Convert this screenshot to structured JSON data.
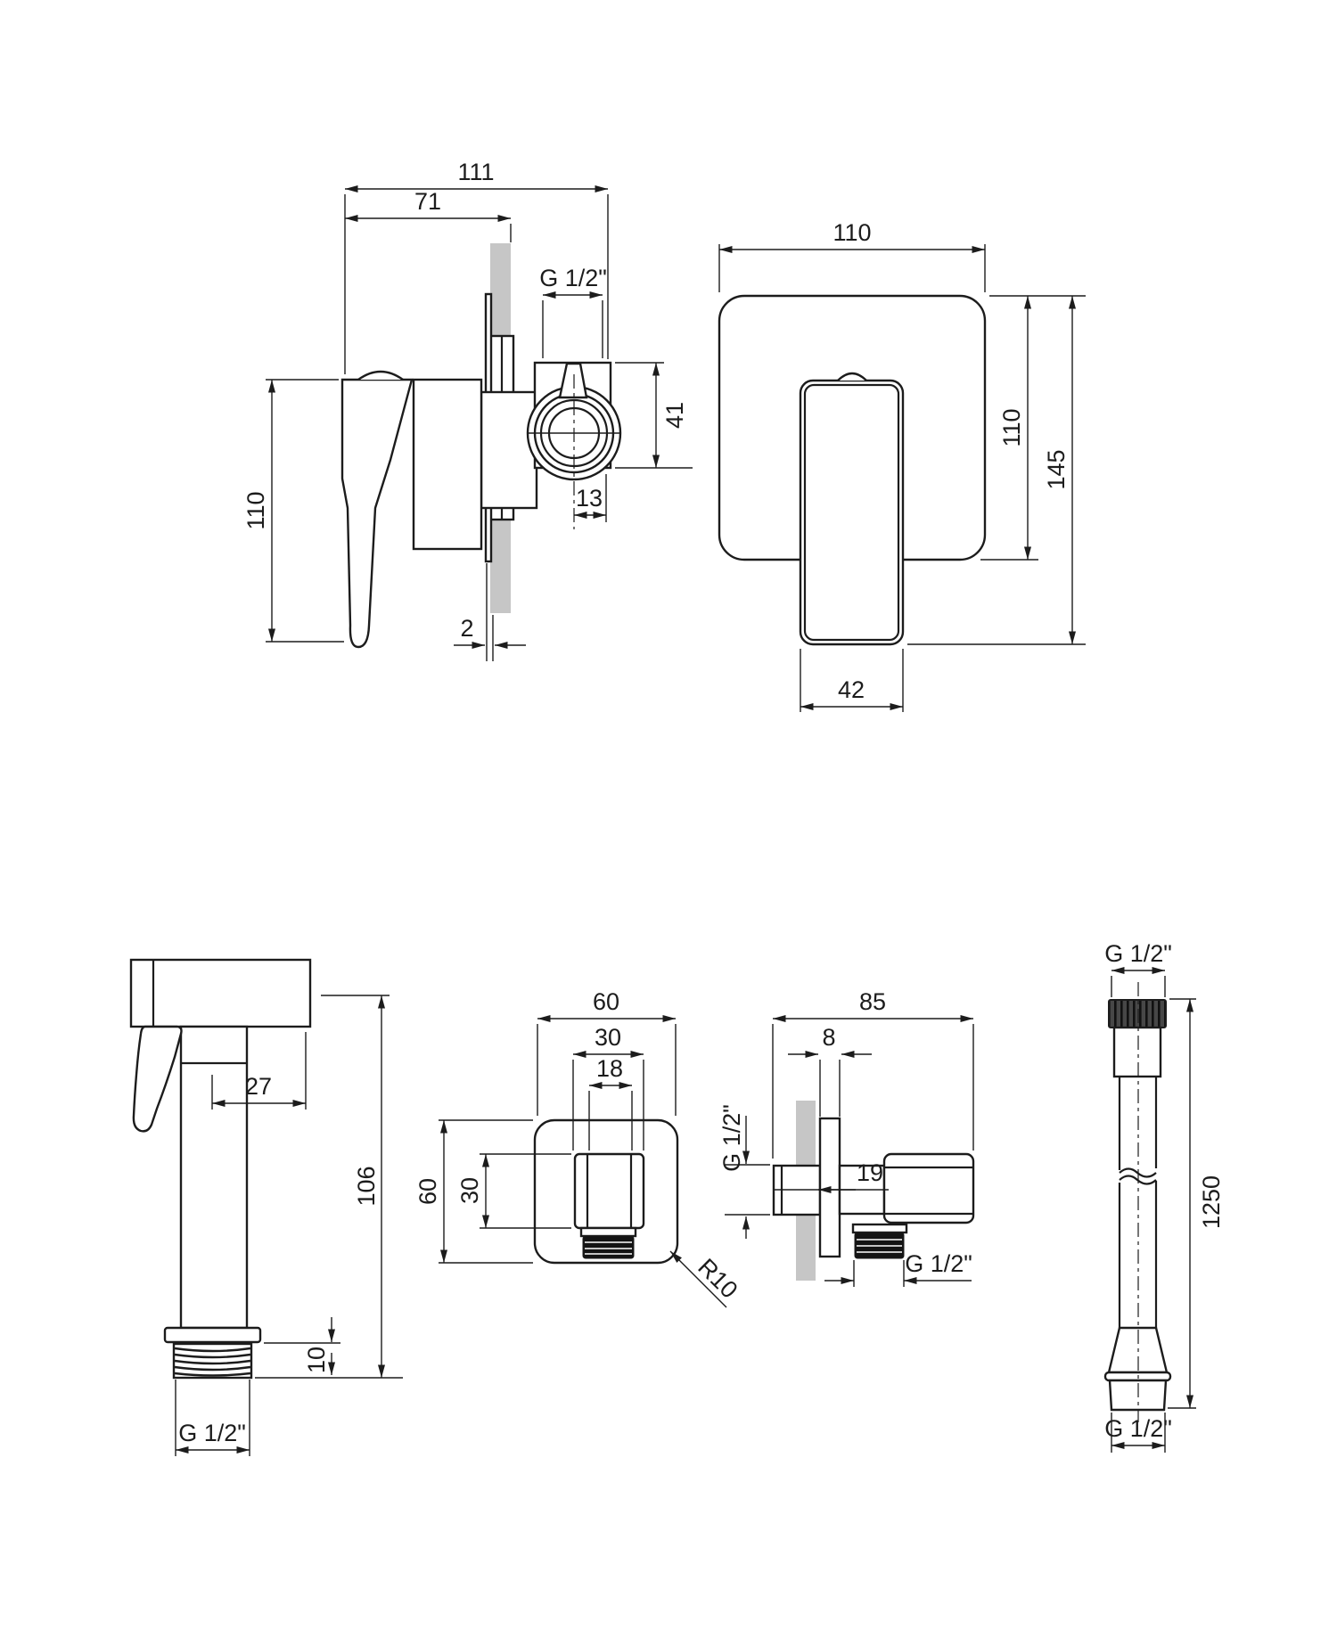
{
  "drawing": {
    "colors": {
      "line": "#1c1c1c",
      "wall": "#c6c6c6",
      "thread": "#141414",
      "knurl": "#474747",
      "bg": "#ffffff"
    },
    "views": {
      "mixer_side": {
        "dims": {
          "total_width": "111",
          "body_width": "71",
          "thread": "G 1/2\"",
          "body_height": "41",
          "outlet_offset": "13",
          "length": "110",
          "plate_gap": "2"
        }
      },
      "mixer_front": {
        "dims": {
          "plate_width": "110",
          "plate_height": "110",
          "total_height": "145",
          "handle_width": "42"
        }
      },
      "sprayer": {
        "dims": {
          "head_offset": "27",
          "length": "106",
          "thread_length": "10",
          "thread": "G 1/2\""
        }
      },
      "outlet_front": {
        "dims": {
          "plate_width": "60",
          "connector_width": "30",
          "bore_width": "18",
          "plate_height": "60",
          "connector_height": "30",
          "corner_radius": "R10"
        }
      },
      "outlet_side": {
        "dims": {
          "total_depth": "85",
          "plate_thickness": "8",
          "inlet_thread": "G 1/2\"",
          "inlet_length": "19",
          "outlet_thread": "G 1/2\""
        }
      },
      "hose": {
        "dims": {
          "top_thread": "G 1/2\"",
          "length": "1250",
          "bottom_thread": "G 1/2\""
        }
      }
    }
  }
}
